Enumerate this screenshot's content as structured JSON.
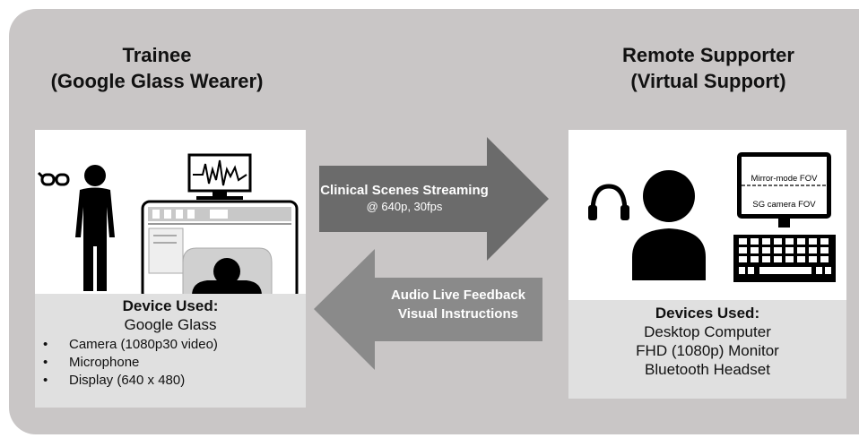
{
  "trainee": {
    "title_line1": "Trainee",
    "title_line2": "(Google Glass Wearer)",
    "device_heading": "Device Used:",
    "device_name": "Google Glass",
    "features": [
      "Camera (1080p30 video)",
      "Microphone",
      "Display (640 x 480)"
    ]
  },
  "supporter": {
    "title_line1": "Remote Supporter",
    "title_line2": "(Virtual Support)",
    "device_heading": "Devices Used:",
    "devices": [
      "Desktop Computer",
      "FHD (1080p) Monitor",
      "Bluetooth Headset"
    ],
    "monitor_labels": [
      "Mirror-mode FOV",
      "SG camera FOV"
    ]
  },
  "stream_arrow": {
    "line1": "Clinical Scenes Streaming",
    "line2": "@ 640p, 30fps"
  },
  "feedback_arrow": {
    "line1": "Audio Live Feedback",
    "line2": "Visual Instructions"
  },
  "colors": {
    "background_panel": "#c9c6c6",
    "arrow_dark": "#6b6b6b",
    "arrow_medium": "#8a8a8a",
    "caption_panel": "#e0e0e0",
    "icon": "#000000"
  }
}
